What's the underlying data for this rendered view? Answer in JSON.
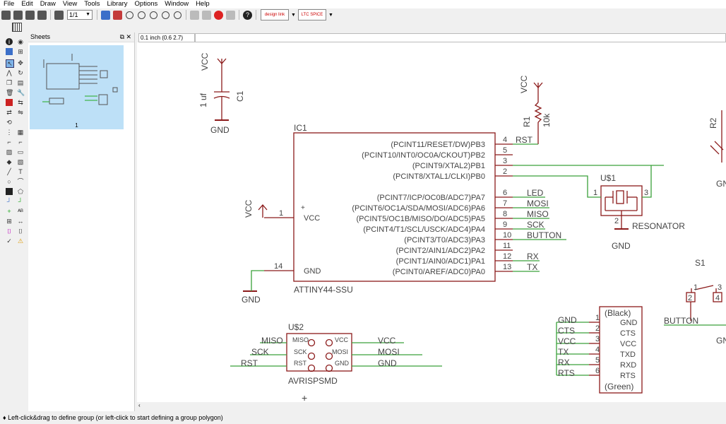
{
  "menu": [
    "File",
    "Edit",
    "Draw",
    "View",
    "Tools",
    "Library",
    "Options",
    "Window",
    "Help"
  ],
  "toolbar": {
    "sheet_selector": "1/1",
    "logo_left": "design link",
    "logo_right": "LTC SPICE"
  },
  "coord_readout": "0.1 inch (0.6 2.7)",
  "sheets_panel": {
    "title": "Sheets",
    "sheet_label": "1"
  },
  "status": "♦ Left-click&drag to define group (or left-click to start defining a group polygon)",
  "colors": {
    "wire": "#3aa03a",
    "symbol": "#8b1a1a",
    "pin": "#8b1a1a",
    "selection": "#bde0f7"
  },
  "schematic": {
    "ic1": {
      "name": "IC1",
      "value": "ATTINY44-SSU",
      "right_pins": [
        {
          "num": "4",
          "label": "(PCINT11/RESET/DW)PB3",
          "net": "RST"
        },
        {
          "num": "5",
          "label": "(PCINT10/INT0/OC0A/CKOUT)PB2",
          "net": ""
        },
        {
          "num": "3",
          "label": "(PCINT9/XTAL2)PB1",
          "net": ""
        },
        {
          "num": "2",
          "label": "(PCINT8/XTAL1/CLKI)PB0",
          "net": ""
        },
        {
          "num": "6",
          "label": "(PCINT7/ICP/OC0B/ADC7)PA7",
          "net": "LED"
        },
        {
          "num": "7",
          "label": "(PCINT6/OC1A/SDA/MOSI/ADC6)PA6",
          "net": "MOSI"
        },
        {
          "num": "8",
          "label": "(PCINT5/OC1B/MISO/DO/ADC5)PA5",
          "net": "MISO"
        },
        {
          "num": "9",
          "label": "(PCINT4/T1/SCL/USCK/ADC4)PA4",
          "net": "SCK"
        },
        {
          "num": "10",
          "label": "(PCINT3/T0/ADC3)PA3",
          "net": "BUTTON"
        },
        {
          "num": "11",
          "label": "(PCINT2/AIN1/ADC2)PA2",
          "net": ""
        },
        {
          "num": "12",
          "label": "(PCINT1/AIN0/ADC1)PA1",
          "net": "RX"
        },
        {
          "num": "13",
          "label": "(PCINT0/AREF/ADC0)PA0",
          "net": "TX"
        }
      ],
      "vcc_pin": {
        "num": "1",
        "label": "VCC"
      },
      "gnd_pin": {
        "num": "14",
        "label": "GND"
      }
    },
    "c1": {
      "name": "C1",
      "value": "1 uf",
      "top": "VCC",
      "bottom": "GND"
    },
    "r1": {
      "name": "R1",
      "value": "10k",
      "top": "VCC",
      "net": "RST"
    },
    "r2": {
      "name": "R2"
    },
    "vcc_ic": "VCC",
    "gnd_ic": "GND",
    "resonator": {
      "name": "U$1",
      "value": "RESONATOR",
      "p1": "1",
      "p2": "2",
      "p3": "3",
      "gnd": "GND"
    },
    "isp": {
      "name": "U$2",
      "value": "AVRISPSMD",
      "left_labels": [
        "MISO",
        "SCK",
        "RST"
      ],
      "right_labels": [
        "VCC",
        "MOSI",
        "GND"
      ],
      "left_nets": [
        "MISO",
        "SCK",
        "RST"
      ],
      "right_nets": [
        "VCC",
        "MOSI",
        "GND"
      ]
    },
    "ftdi": {
      "top": "(Black)",
      "bottom": "(Green)",
      "pins": [
        {
          "num": "1",
          "label": "GND",
          "net": "GND"
        },
        {
          "num": "2",
          "label": "CTS",
          "net": "CTS"
        },
        {
          "num": "3",
          "label": "VCC",
          "net": "VCC"
        },
        {
          "num": "4",
          "label": "TXD",
          "net": "TX"
        },
        {
          "num": "5",
          "label": "RXD",
          "net": "RX"
        },
        {
          "num": "6",
          "label": "RTS",
          "net": "RTS"
        }
      ]
    },
    "s1": {
      "name": "S1",
      "p1": "1",
      "p2": "2",
      "p3": "3",
      "p4": "4",
      "net": "BUTTON"
    },
    "right_edge_labels": [
      "GN",
      "GN"
    ]
  }
}
